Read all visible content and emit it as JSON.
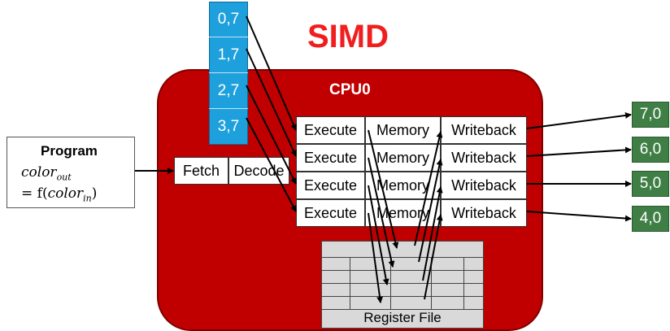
{
  "title": "SIMD",
  "cpu_label": "CPU0",
  "inputs": [
    "0,7",
    "1,7",
    "2,7",
    "3,7"
  ],
  "outputs": [
    "7,0",
    "6,0",
    "5,0",
    "4,0"
  ],
  "program": {
    "title": "Program",
    "formula_line1": {
      "var": "color",
      "sub": "out"
    },
    "formula_line2": {
      "prefix": "= f(",
      "var": "color",
      "sub": "in",
      "suffix": ")"
    }
  },
  "fetch_label": "Fetch",
  "decode_label": "Decode",
  "pipeline": [
    {
      "execute": "Execute",
      "memory": "Memory",
      "writeback": "Writeback"
    },
    {
      "execute": "Execute",
      "memory": "Memory",
      "writeback": "Writeback"
    },
    {
      "execute": "Execute",
      "memory": "Memory",
      "writeback": "Writeback"
    },
    {
      "execute": "Execute",
      "memory": "Memory",
      "writeback": "Writeback"
    }
  ],
  "register_file_label": "Register File"
}
